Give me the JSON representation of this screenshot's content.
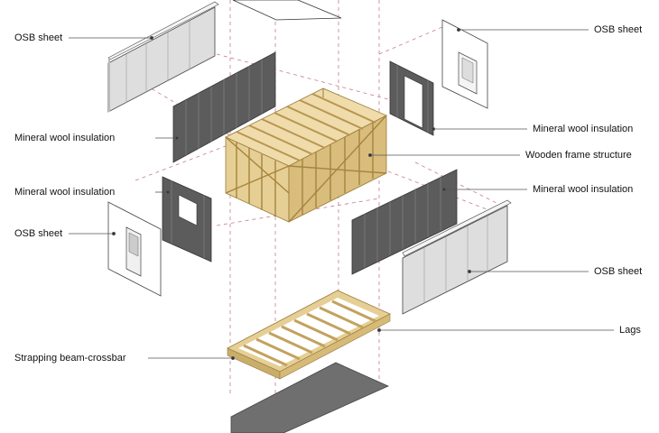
{
  "labels": {
    "osb_sheet_left_top": "OSB sheet",
    "mineral_wool_left_top": "Mineral wool insulation",
    "mineral_wool_left_mid": "Mineral wool insulation",
    "osb_sheet_left_mid": "OSB sheet",
    "strapping_beam_crossbar": "Strapping beam-crossbar",
    "osb_sheet_right_top": "OSB sheet",
    "mineral_wool_right_top": "Mineral wool insulation",
    "wooden_frame_structure": "Wooden frame structure",
    "mineral_wool_right_mid": "Mineral wool insulation",
    "osb_sheet_right_mid": "OSB sheet",
    "lags": "Lags"
  },
  "colors": {
    "osb": "#dedede",
    "wool": "#5c5c5c",
    "timber": "#e6cf95",
    "foundation": "#6f6f6f",
    "leader": "#555555",
    "dashed": "#c77b8c"
  }
}
